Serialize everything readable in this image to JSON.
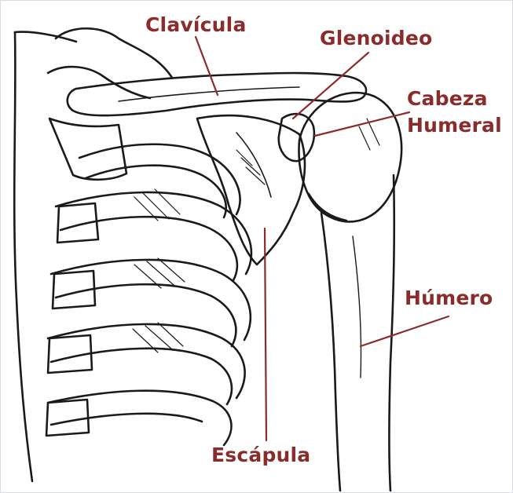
{
  "labels": {
    "clavicula": "Clavícula",
    "glenoideo": "Glenoideo",
    "cabeza_line1": "Cabeza",
    "cabeza_line2": "Humeral",
    "humero": "Húmero",
    "escapula": "Escápula"
  },
  "colors": {
    "label": "#8b2c2c",
    "leader": "#8b2c2c",
    "ink": "#1a1a1a"
  }
}
